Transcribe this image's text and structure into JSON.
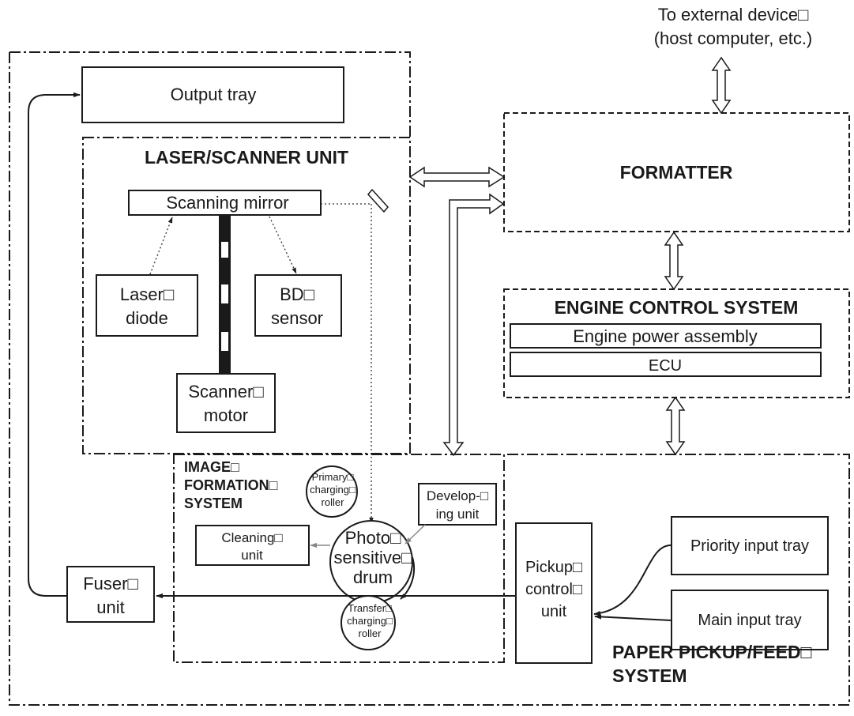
{
  "external": {
    "line1": "To external device□",
    "line2": "(host computer, etc.)"
  },
  "output_tray": "Output tray",
  "laser_unit": {
    "title": "LASER/SCANNER UNIT",
    "mirror": "Scanning mirror",
    "laser_l1": "Laser□",
    "laser_l2": "diode",
    "bd_l1": "BD□",
    "bd_l2": "sensor",
    "motor_l1": "Scanner□",
    "motor_l2": "motor"
  },
  "formatter": "FORMATTER",
  "engine": {
    "title": "ENGINE CONTROL SYSTEM",
    "power": "Engine power assembly",
    "ecu": "ECU"
  },
  "image_formation": {
    "title_l1": "IMAGE□",
    "title_l2": "FORMATION□",
    "title_l3": "SYSTEM",
    "primary_l1": "Primary□",
    "primary_l2": "charging□",
    "primary_l3": "roller",
    "drum_l1": "Photo□",
    "drum_l2": "sensitive□",
    "drum_l3": "drum",
    "develop_l1": "Develop-□",
    "develop_l2": "ing unit",
    "cleaning_l1": "Cleaning□",
    "cleaning_l2": "unit",
    "transfer_l1": "Transfer□",
    "transfer_l2": "charging□",
    "transfer_l3": "roller"
  },
  "fuser_l1": "Fuser□",
  "fuser_l2": "unit",
  "pickup": {
    "ctrl_l1": "Pickup□",
    "ctrl_l2": "control□",
    "ctrl_l3": "unit",
    "priority_tray": "Priority input tray",
    "main_tray": "Main input tray",
    "title_l1": "PAPER PICKUP/FEED□",
    "title_l2": "SYSTEM"
  }
}
